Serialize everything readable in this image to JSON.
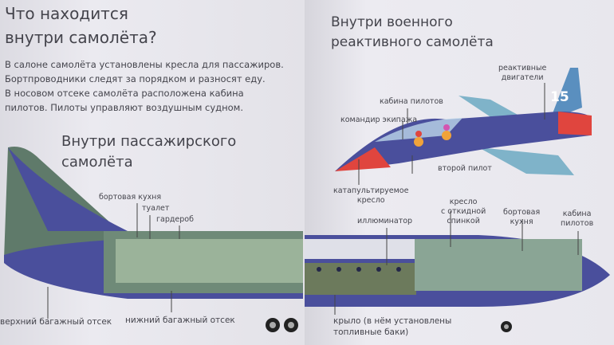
{
  "left_page": {
    "title_lines": [
      "Что находится",
      "внутри самолёта?"
    ],
    "intro_lines": [
      "В салоне самолёта установлены кресла для пассажиров.",
      "Бортпроводники следят за порядком и разносят еду.",
      "В носовом отсеке самолёта расположена кабина",
      "пилотов. Пилоты управляют воздушным судном."
    ],
    "passenger_title_lines": [
      "Внутри пассажирского",
      "самолёта"
    ],
    "labels": {
      "galley": "бортовая кухня",
      "toilet": "туалет",
      "wardrobe": "гардероб",
      "upper_hold": "верхний багажный отсек",
      "lower_hold": "нижний багажный отсек"
    }
  },
  "right_page": {
    "military_title_lines": [
      "Внутри военного",
      "реактивного самолёта"
    ],
    "jet_labels": {
      "engines": [
        "реактивные",
        "двигатели"
      ],
      "cockpit": "кабина пилотов",
      "commander": "командир экипажа",
      "copilot": "второй пилот",
      "ejection_seat": [
        "катапультируемое",
        "кресло"
      ],
      "tail_number": "15"
    },
    "liner_labels": {
      "window": "иллюминатор",
      "folding_seat": [
        "кресло",
        "с откидной",
        "спинкой"
      ],
      "galley": [
        "бортовая",
        "кухня"
      ],
      "cockpit": [
        "кабина",
        "пилотов"
      ],
      "wing": [
        "крыло (в нём установлены",
        "топливные баки)"
      ]
    }
  },
  "colors": {
    "fuselage_blue": "#4a4f9c",
    "tail_green": "#5f7a6a",
    "jet_blue": "#6fa3c4",
    "jet_red": "#e0453e"
  }
}
